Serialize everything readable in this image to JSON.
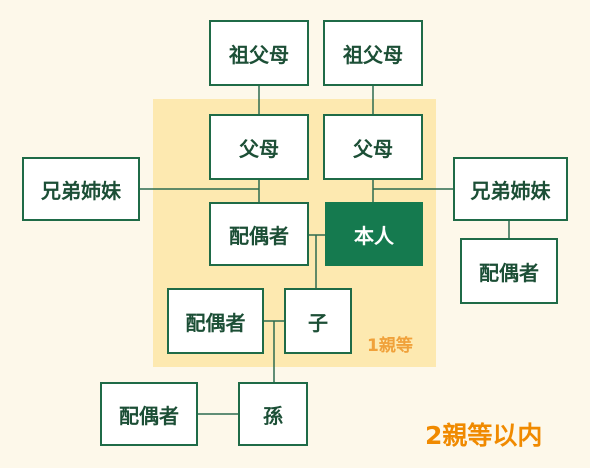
{
  "nodes": {
    "grandparents_left": "祖父母",
    "grandparents_right": "祖父母",
    "parents_left": "父母",
    "parents_right": "父母",
    "siblings_left": "兄弟姉妹",
    "siblings_right": "兄弟姉妹",
    "spouse": "配偶者",
    "self": "本人",
    "sibling_spouse": "配偶者",
    "child_spouse": "配偶者",
    "child": "子",
    "grandchild_spouse": "配偶者",
    "grandchild": "孫"
  },
  "labels": {
    "first_degree": "1親等",
    "second_degree": "2親等以内"
  },
  "colors": {
    "background": "#fdf8ea",
    "first_degree_zone": "#fde9b0",
    "box_border": "#1f6b47",
    "self_fill": "#157a4f",
    "line": "#2d6a4f",
    "first_degree_text": "#f0a13a",
    "second_degree_text": "#f08a00"
  }
}
